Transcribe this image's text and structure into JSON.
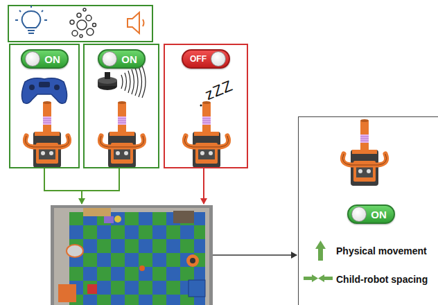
{
  "diagram": {
    "nodes": [
      {
        "text": [
          "ON"
        ]
      },
      {
        "text": [
          "ON"
        ]
      },
      {
        "text": [
          "OFF"
        ]
      },
      {
        "text": [
          "ON",
          "Physical movement",
          "Child-robot spacing"
        ]
      }
    ],
    "labels": [
      "zZZ"
    ]
  }
}
